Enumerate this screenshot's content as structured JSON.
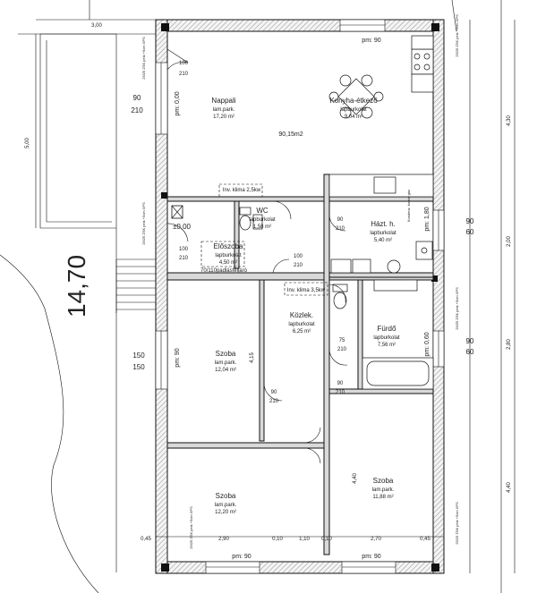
{
  "rooms": {
    "nappali": {
      "name": "Nappali",
      "floor": "lam.park.",
      "area": "17,20 m²"
    },
    "konyha": {
      "name": "Konyha-étkező",
      "floor": "lapburkolat",
      "area": "9,04 m²"
    },
    "wc": {
      "name": "WC",
      "floor": "lapburkolat",
      "area": "1,58 m²"
    },
    "eloszoba": {
      "name": "Előszoba",
      "floor": "lapburkolat",
      "area": "4,50 m²"
    },
    "hazt": {
      "name": "Házt. h.",
      "floor": "lapburkolat",
      "area": "5,40 m²"
    },
    "kozlek": {
      "name": "Közlek.",
      "floor": "lapburkolat",
      "area": "6,25 m²"
    },
    "furdo": {
      "name": "Fürdő",
      "floor": "lapburkolat",
      "area": "7,56 m²"
    },
    "szoba1": {
      "name": "Szoba",
      "floor": "lam.park.",
      "area": "12,04 m²"
    },
    "szoba2": {
      "name": "Szoba",
      "floor": "lam.park.",
      "area": "12,20 m²"
    },
    "szoba3": {
      "name": "Szoba",
      "floor": "lam.park.",
      "area": "11,88 m²"
    }
  },
  "labels": {
    "total_area": "90,15m2",
    "inv_klima_1": "Inv. klima 2,5kw",
    "inv_klima_2": "Inv. klima 3,5kw",
    "padlas": "70/110padlásfeljáró",
    "level": "±0,00",
    "pm_90": "pm: 90",
    "pm_000": "pm: 0,00",
    "pm_180": "pm: 1,80",
    "pm_060": "pm: 0,60",
    "wall_type": "25/25 ZSK pelx +5cm XPS",
    "kondenz": "Kondenz. kombi gáz",
    "overall_length": "14,70"
  },
  "dims": {
    "d300": "3,00",
    "d500": "5,00",
    "d100": "100",
    "d210": "210",
    "d90": "90",
    "d150": "150",
    "d75": "75",
    "d60": "60",
    "d045": "0,45",
    "d290": "2,90",
    "d010": "0,10",
    "d270": "2,70",
    "d430": "4,30",
    "d200": "2,00",
    "d280": "2,80",
    "d440": "4,40",
    "d415": "4,15",
    "d440b": "4,40",
    "d010b": "0,10",
    "d110": "1,10"
  },
  "icons": [
    "door-swing-icon",
    "sink-icon",
    "toilet-icon",
    "bathtub-icon",
    "stove-icon",
    "dining-table-icon",
    "boiler-icon"
  ]
}
